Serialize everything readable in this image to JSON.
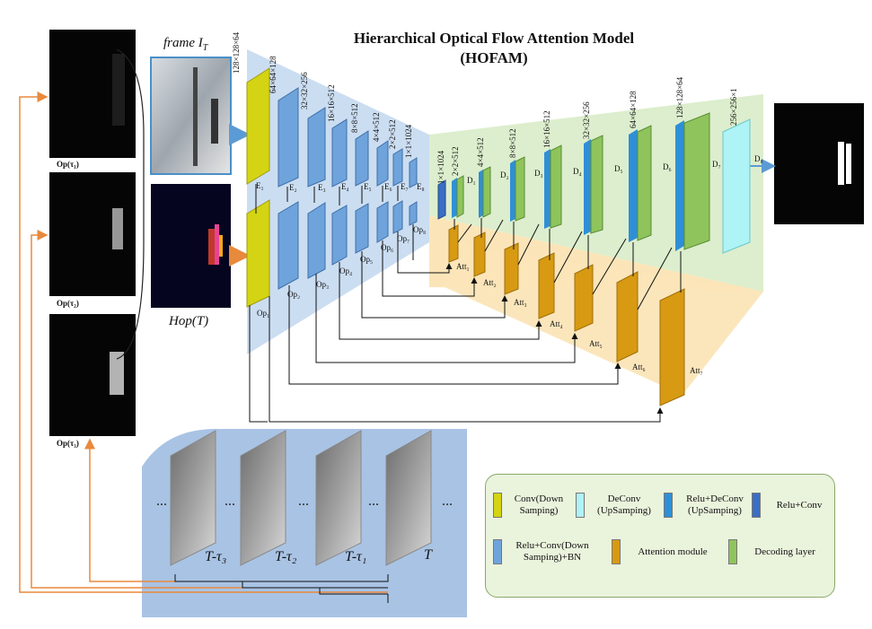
{
  "title": {
    "line1": "Hierarchical Optical Flow Attention Model",
    "line2": "(HOFAM)"
  },
  "left_captions": {
    "op1": "Op(τ₁)",
    "op2": "Op(τ₂)",
    "op3": "Op(τ₃)"
  },
  "frame_caption": "frame  I",
  "frame_caption_sub": "T",
  "hop_caption": "Hop(T)",
  "encoder_dims": [
    "128×128×64",
    "64×64×128",
    "32×32×256",
    "16×16×512",
    "8×8×512",
    "4×4×512",
    "2×2×512",
    "1×1×1024"
  ],
  "encoder_labels": [
    "E₁",
    "E₂",
    "E₃",
    "E₄",
    "E₅",
    "E₆",
    "E₇",
    "E₈"
  ],
  "op_labels": [
    "Op₁",
    "Op₂",
    "Op₃",
    "Op₄",
    "Op₅",
    "Op₆",
    "Op₇",
    "Op₈"
  ],
  "decoder_dims": [
    "1×1×1024",
    "2×2×512",
    "4×4×512",
    "8×8×512",
    "16×16×512",
    "32×32×256",
    "64×64×128",
    "128×128×64",
    "256×256×1"
  ],
  "decoder_labels": [
    "D₁",
    "D₂",
    "D₃",
    "D₄",
    "D₅",
    "D₆",
    "D₇",
    "D₈"
  ],
  "att_labels": [
    "Att₁",
    "Att₂",
    "Att₃",
    "Att₄",
    "Att₅",
    "Att₆",
    "Att₇"
  ],
  "time_labels": [
    "T-τ₃",
    "T-τ₂",
    "T-τ₁",
    "T"
  ],
  "ellipsis": "...",
  "legend": [
    {
      "label": "Conv(Down Samping)",
      "color": "#d4d414"
    },
    {
      "label": "DeConv (UpSamping)",
      "color": "#aef3f5"
    },
    {
      "label": "Relu+DeConv (UpSamping)",
      "color": "#2f8fd6"
    },
    {
      "label": "Relu+Conv",
      "color": "#3a6fc4"
    },
    {
      "label": "Relu+Conv(Down Samping)+BN",
      "color": "#6fa3dc"
    },
    {
      "label": "Attention module",
      "color": "#d79a12"
    },
    {
      "label": "Decoding layer",
      "color": "#8fc45c"
    }
  ],
  "colors": {
    "encoder_panel": "#c5d9ef",
    "decoder_panel": "#d8ecc8",
    "attention_panel": "#fbe5b8",
    "bottom_panel": "#a9c3e4",
    "orange_arrow": "#e88a3c",
    "blue_arrow": "#5b9bd5"
  }
}
